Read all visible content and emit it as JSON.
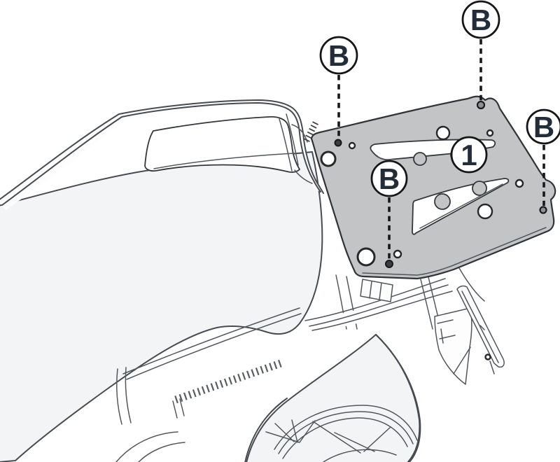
{
  "figure": {
    "description": "Motorcycle rear rack mounting plate installation diagram",
    "callouts": {
      "b_top_left": {
        "label": "B"
      },
      "b_top_right": {
        "label": "B"
      },
      "b_right": {
        "label": "B"
      },
      "b_center": {
        "label": "B"
      },
      "part_1": {
        "label": "1"
      }
    },
    "colors": {
      "background": "#ffffff",
      "plate_fill": "#c2c4c6",
      "plate_stroke": "#303338",
      "line_art": "#474b52",
      "body_fill": "#f3f4f6",
      "callout_stroke": "#151619",
      "callout_fill": "#ffffff",
      "label_text": "#232d3a",
      "dash": "#17181b"
    }
  }
}
